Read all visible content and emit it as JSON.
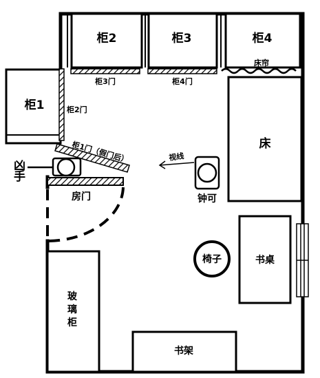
{
  "labels": {
    "cab1": "柜1",
    "cab2": "柜2",
    "cab3": "柜3",
    "cab4": "柜4",
    "curtain": "床帘",
    "cab3_door": "柜3门",
    "cab4_door": "柜4门",
    "cab2_door": "柜2门",
    "cab1_door": "柜1门（假门后）",
    "bed": "床",
    "sightline": "视线",
    "zhongke": "钟可",
    "killer_1": "凶",
    "killer_2": "手",
    "room_door": "房门",
    "chair": "椅子",
    "desk": "书桌",
    "glass_1": "玻",
    "glass_2": "璃",
    "glass_3": "柜",
    "shelf": "书架"
  }
}
